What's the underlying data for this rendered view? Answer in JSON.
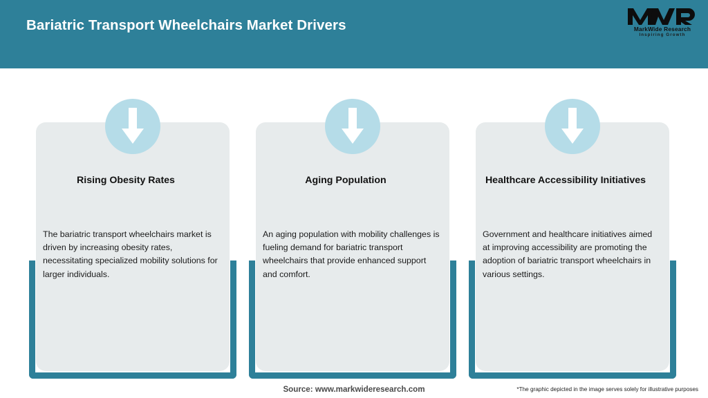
{
  "header": {
    "title": "Bariatric Transport Wheelchairs Market Drivers",
    "bar_color": "#2E8099",
    "title_color": "#FFFFFF"
  },
  "logo": {
    "mark": "MWR",
    "name": "MarkWide Research",
    "tagline": "Inspiring Growth"
  },
  "cards": [
    {
      "icon": "down-arrow-icon",
      "title": "Rising Obesity Rates",
      "body": "The bariatric transport wheelchairs market is driven by increasing obesity rates, necessitating specialized mobility solutions for larger individuals."
    },
    {
      "icon": "down-arrow-icon",
      "title": "Aging Population",
      "body": "An aging population with mobility challenges is fueling demand for bariatric transport wheelchairs that provide enhanced support and comfort."
    },
    {
      "icon": "down-arrow-icon",
      "title": "Healthcare Accessibility Initiatives",
      "body": "Government and healthcare initiatives aimed at improving accessibility are promoting the adoption of bariatric transport wheelchairs in various settings."
    }
  ],
  "footer": {
    "source": "Source: www.markwideresearch.com",
    "disclaimer": "*The graphic depicted in the image serves solely for illustrative purposes"
  },
  "colors": {
    "accent_teal": "#2E8099",
    "card_bg": "#E7EBEC",
    "icon_circle": "#B5DCE8",
    "page_bg": "#FFFFFF"
  }
}
